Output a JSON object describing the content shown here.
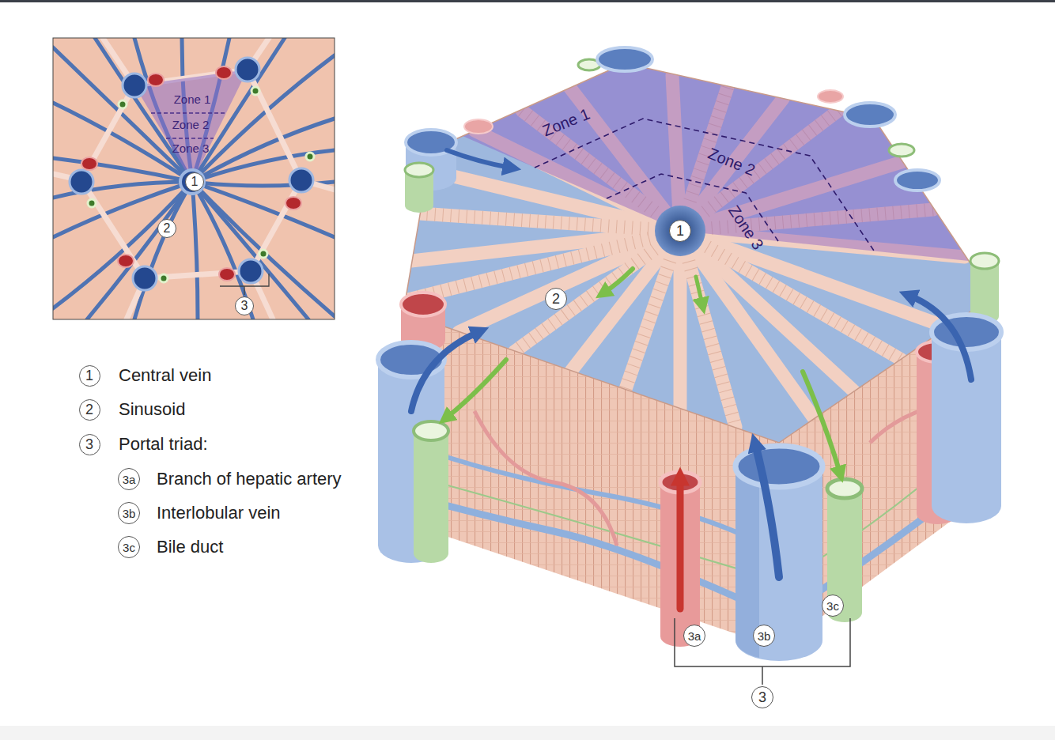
{
  "diagram": {
    "nodes": [
      {
        "text": [
          "1"
        ]
      },
      {
        "text": [
          "2"
        ]
      },
      {
        "text": [
          "3"
        ]
      },
      {
        "text": [
          "1"
        ]
      },
      {
        "text": [
          "2"
        ]
      },
      {
        "text": [
          "3"
        ]
      },
      {
        "text": [
          "3a"
        ]
      },
      {
        "text": [
          "3b"
        ]
      },
      {
        "text": [
          "3c"
        ]
      },
      {
        "text": [
          "1"
        ]
      },
      {
        "text": [
          "2"
        ]
      },
      {
        "text": [
          "3c"
        ]
      },
      {
        "text": [
          "3a"
        ]
      },
      {
        "text": [
          "3b"
        ]
      },
      {
        "text": [
          "3"
        ]
      }
    ],
    "labels": [
      "Zone 1",
      "Zone 2",
      "Zone 3",
      "Central vein",
      "Sinusoid",
      "Portal triad:",
      "Branch of hepatic artery",
      "Interlobular vein",
      "Bile duct",
      "Zone 1",
      "Zone 2",
      "Zone 3"
    ]
  }
}
